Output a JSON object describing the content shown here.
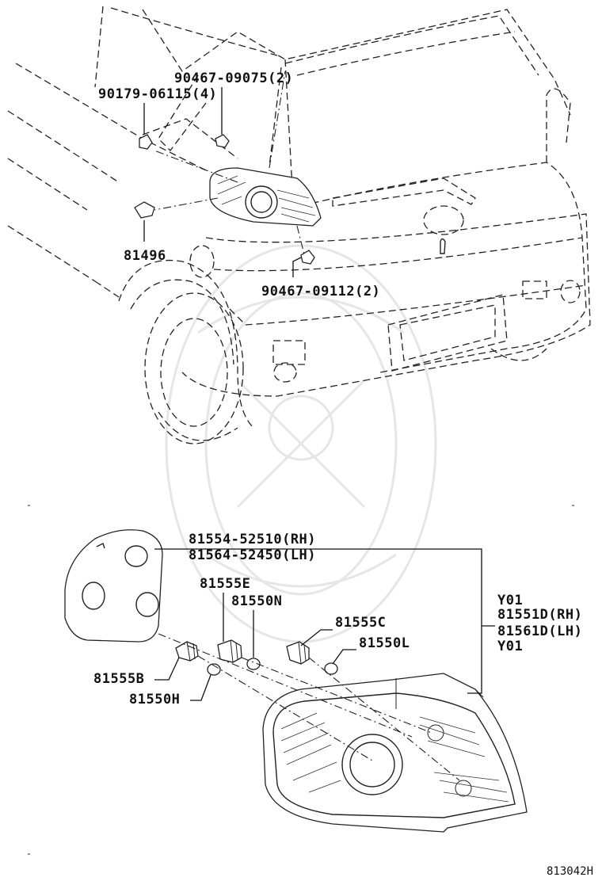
{
  "diagram": {
    "figure_id": "813042H",
    "upper_labels": {
      "bolt_a": "90467-09075(2)",
      "nut": "90179-06115(4)",
      "socket": "81496",
      "bolt_b": "90467-09112(2)"
    },
    "lower_labels": {
      "gasket_rh": "81554-52510(RH)",
      "gasket_lh": "81564-52450(LH)",
      "socket_e": "81555E",
      "bulb_n": "81550N",
      "socket_c": "81555C",
      "bulb_l": "81550L",
      "socket_b": "81555B",
      "bulb_h": "81550H",
      "code_top": "Y01",
      "lamp_rh": "81551D(RH)",
      "lamp_lh": "81561D(LH)",
      "code_bottom": "Y01"
    }
  }
}
